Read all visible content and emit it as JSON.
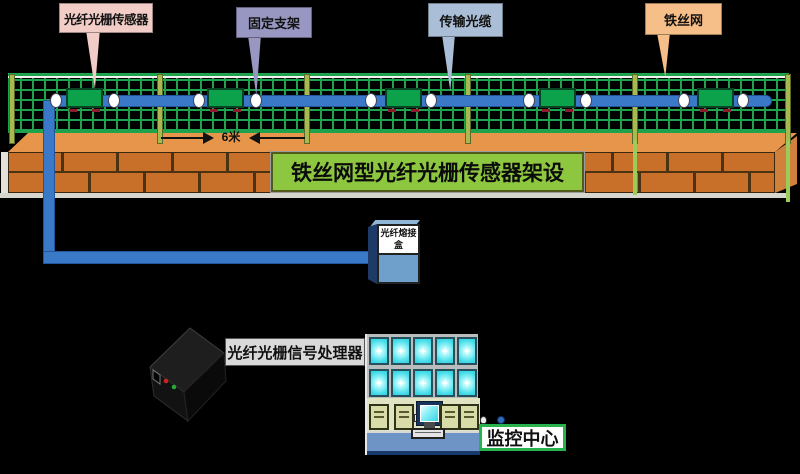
{
  "diagram_title": "铁丝网型光纤光栅传感器架设",
  "background_color": "#000000",
  "callouts": [
    {
      "label": "光纤光栅传感器",
      "color": "#F2CCC6",
      "points_to": "grating-sensor"
    },
    {
      "label": "固定支架",
      "color": "#9897C1",
      "points_to": "bracket-oval"
    },
    {
      "label": "传输光缆",
      "color": "#AABFD7",
      "points_to": "transmission-cable"
    },
    {
      "label": "铁丝网",
      "color": "#F6BE88",
      "points_to": "wire-mesh"
    }
  ],
  "fence": {
    "banner_label": "铁丝网型光纤光栅传感器架设",
    "banner_color": "#8DC63F",
    "dimension_label": "6米",
    "mesh_color": "#1FA24C",
    "post_color": "#A9B94F",
    "cable_color": "#3A79C8",
    "sensor_color": "#0CA24B",
    "brick_color": "#C8702A",
    "post_x": [
      9,
      157,
      304,
      465,
      632,
      785
    ],
    "sensor_x": [
      66,
      207,
      385,
      539,
      697
    ],
    "bracket_x": [
      50,
      108,
      193,
      250,
      365,
      425,
      523,
      580,
      678,
      737
    ]
  },
  "splice_box": {
    "label": "光纤熔接盒",
    "body_color": "#6FA0CC"
  },
  "processor": {
    "label": "光纤光栅信号处理器",
    "led_colors": [
      "#CC2222",
      "#22AA33"
    ]
  },
  "monitoring": {
    "label": "监控中心",
    "screen_rows": 2,
    "screen_cols": 5,
    "tower_count": 4,
    "screen_color": "#44DDE9",
    "desk_color": "#6E94C5",
    "label_border_color": "#28B24E"
  }
}
